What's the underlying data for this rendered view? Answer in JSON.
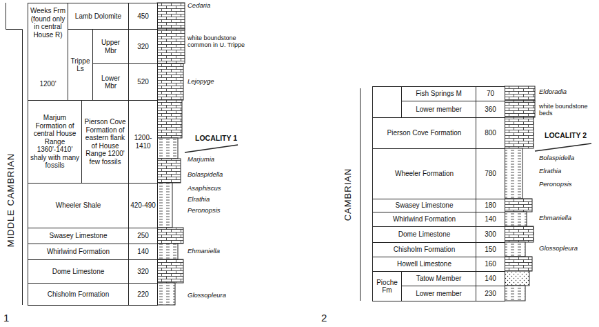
{
  "diagram": {
    "nodes": [
      {
        "text": [
          "Weeks Frm (found only in central House R)",
          "1200'"
        ]
      },
      {
        "text": [
          "Lamb Dolomite"
        ]
      },
      {
        "text": [
          "450"
        ]
      },
      {
        "text": [
          "Trippe Ls"
        ]
      },
      {
        "text": [
          "Upper Mbr"
        ]
      },
      {
        "text": [
          "320"
        ]
      },
      {
        "text": [
          "Lower Mbr"
        ]
      },
      {
        "text": [
          "520"
        ]
      },
      {
        "text": [
          "Marjum Formation of central House Range 1360'-1410' shaly with many fossils"
        ]
      },
      {
        "text": [
          "Pierson Cove Formation of eastern flank of House Range 1200' few fossils"
        ]
      },
      {
        "text": [
          "1200-1410"
        ]
      },
      {
        "text": [
          "Wheeler Shale"
        ]
      },
      {
        "text": [
          "420-490"
        ]
      },
      {
        "text": [
          "Swasey Limestone"
        ]
      },
      {
        "text": [
          "250"
        ]
      },
      {
        "text": [
          "Whirlwind Formation"
        ]
      },
      {
        "text": [
          "140"
        ]
      },
      {
        "text": [
          "Dome Limestone"
        ]
      },
      {
        "text": [
          "320"
        ]
      },
      {
        "text": [
          "Chisholm Formation"
        ]
      },
      {
        "text": [
          "220"
        ]
      },
      {
        "text": [
          "Fish Springs M"
        ]
      },
      {
        "text": [
          "70"
        ]
      },
      {
        "text": [
          "Lower member"
        ]
      },
      {
        "text": [
          "360"
        ]
      },
      {
        "text": [
          "Pierson Cove Formation"
        ]
      },
      {
        "text": [
          "800"
        ]
      },
      {
        "text": [
          "Wheeler Formation"
        ]
      },
      {
        "text": [
          "780"
        ]
      },
      {
        "text": [
          "Swasey Limestone"
        ]
      },
      {
        "text": [
          "180"
        ]
      },
      {
        "text": [
          "Whirlwind Formation"
        ]
      },
      {
        "text": [
          "140"
        ]
      },
      {
        "text": [
          "Dome Limestone"
        ]
      },
      {
        "text": [
          "300"
        ]
      },
      {
        "text": [
          "Chisholm Formation"
        ]
      },
      {
        "text": [
          "150"
        ]
      },
      {
        "text": [
          "Howell Limestone"
        ]
      },
      {
        "text": [
          "160"
        ]
      },
      {
        "text": [
          "Pioche Fm"
        ]
      },
      {
        "text": [
          "Tatow Member"
        ]
      },
      {
        "text": [
          "140"
        ]
      },
      {
        "text": [
          "Lower member"
        ]
      },
      {
        "text": [
          "230"
        ]
      }
    ],
    "labels": [
      "MIDDLE CAMBRIAN",
      "Cedaria",
      "white boundstone common in U. Trippe",
      "Lejopyge",
      "LOCALITY 1",
      "Marjumia",
      "Bolaspidella",
      "Asaphiscus",
      "Elrathia",
      "Peronopsis",
      "Ehmaniella",
      "Glossopleura",
      "1",
      "CAMBRIAN",
      "Eldoradia",
      "white boundstone beds",
      "LOCALITY 2",
      "Bolaspidella",
      "Elrathia",
      "Peronopsis",
      "Ehmaniella",
      "Glossopleura",
      "2"
    ]
  }
}
